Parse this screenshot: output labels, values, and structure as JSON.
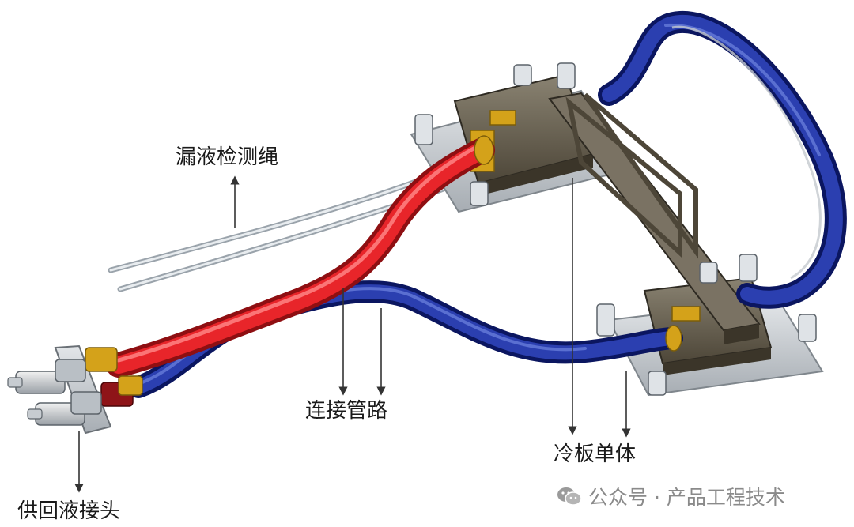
{
  "labels": {
    "leak_rope": "漏液检测绳",
    "pipes": "连接管路",
    "cold_plate": "冷板单体",
    "connector": "供回液接头"
  },
  "watermark": {
    "text": "公众号 · 产品工程技术",
    "icon": "wechat-icon"
  },
  "colors": {
    "supply_pipe": "#e8252a",
    "return_pipe": "#1a2a8c",
    "cold_plate": "#6b6355",
    "copper": "#d4a21a",
    "bracket": "#c8ccd0"
  }
}
